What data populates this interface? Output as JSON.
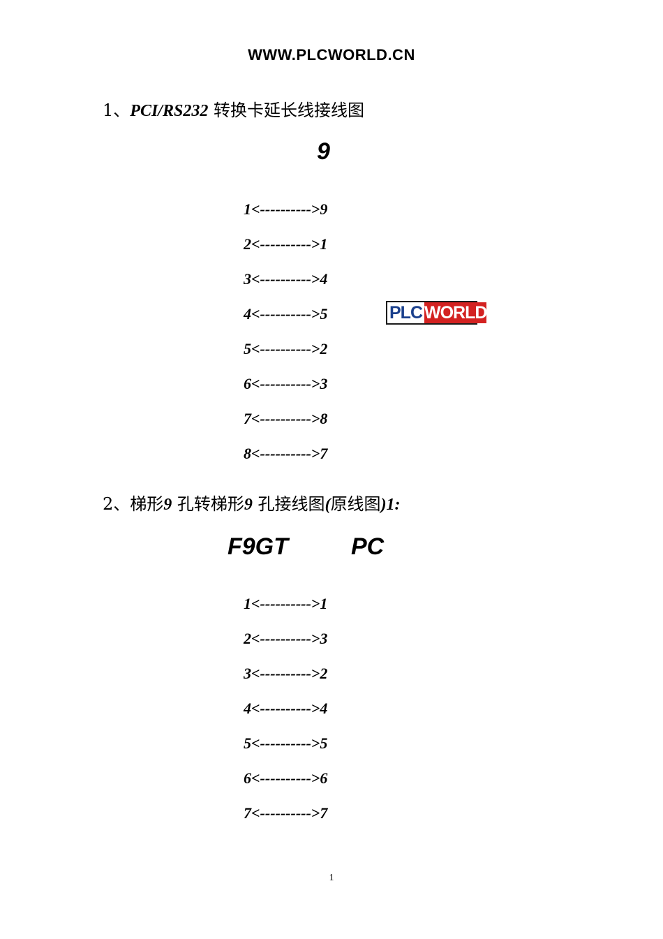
{
  "header": "WWW.PLCWORLD.CN",
  "section1": {
    "num": "1、",
    "bold_part": "PCI/RS232",
    "rest": " 转换卡延长线接线图",
    "label": "9",
    "pins": [
      "1<---------->9",
      "2<---------->1",
      "3<---------->4",
      "4<---------->5",
      "5<---------->2",
      "6<---------->3",
      "7<---------->8",
      "8<---------->7"
    ]
  },
  "logo": {
    "part1": "PLC",
    "part2": "WORLD"
  },
  "section2": {
    "num": "2、",
    "t1": "梯形",
    "b1": "9",
    "t2": " 孔转梯形",
    "b2": "9",
    "t3": " 孔接线图",
    "b3": "(",
    "t4": "原线图",
    "b4": ")1:",
    "label_left": "F9GT",
    "label_right": "PC",
    "pins": [
      "1<---------->1",
      "2<---------->3",
      "3<---------->2",
      "4<---------->4",
      "5<---------->5",
      "6<---------->6",
      "7<---------->7"
    ]
  },
  "page_number": "1"
}
